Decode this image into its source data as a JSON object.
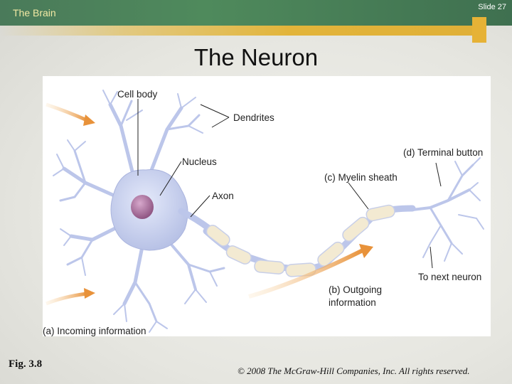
{
  "header": {
    "section_title": "The Brain",
    "slide_number": "Slide 27"
  },
  "title": "The Neuron",
  "figure": {
    "labels": {
      "cell_body": "Cell body",
      "dendrites": "Dendrites",
      "nucleus": "Nucleus",
      "axon": "Axon",
      "terminal_button": "(d) Terminal button",
      "myelin_sheath": "(c) Myelin sheath",
      "to_next_neuron": "To next neuron",
      "outgoing_line1": "(b) Outgoing",
      "outgoing_line2": "information",
      "incoming": "(a) Incoming information"
    }
  },
  "footer": {
    "figure_label": "Fig. 3.8",
    "copyright": "© 2008 The McGraw-Hill Companies, Inc. All rights reserved."
  },
  "colors": {
    "header_green": "#4f8a5c",
    "accent_gold": "#e2b43a",
    "neuron_fill": "#c9d1ee",
    "nucleus_fill": "#a9729c",
    "myelin_fill": "#f3ead2",
    "arrow_orange": "#e8923a"
  }
}
